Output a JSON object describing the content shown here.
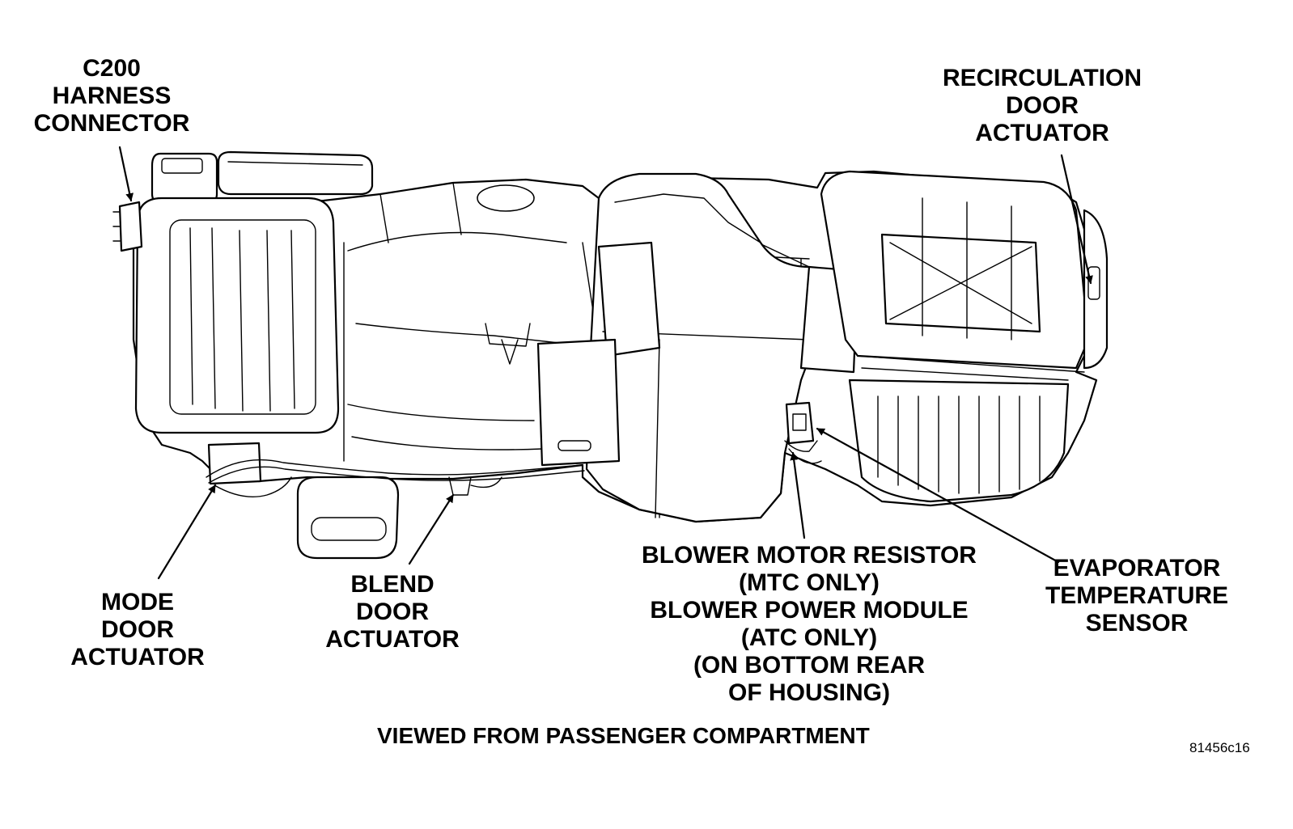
{
  "labels": {
    "c200": [
      "C200",
      "HARNESS",
      "CONNECTOR"
    ],
    "recirc": [
      "RECIRCULATION",
      "DOOR",
      "ACTUATOR"
    ],
    "mode": [
      "MODE",
      "DOOR",
      "ACTUATOR"
    ],
    "blend": [
      "BLEND",
      "DOOR",
      "ACTUATOR"
    ],
    "blower": [
      "BLOWER MOTOR RESISTOR",
      "(MTC ONLY)",
      "BLOWER POWER MODULE",
      "(ATC ONLY)",
      "(ON BOTTOM REAR",
      "OF HOUSING)"
    ],
    "evap": [
      "EVAPORATOR",
      "TEMPERATURE",
      "SENSOR"
    ]
  },
  "caption": "VIEWED FROM PASSENGER COMPARTMENT",
  "figure_id": "81456c16",
  "colors": {
    "ink": "#000000",
    "paper": "#ffffff"
  }
}
